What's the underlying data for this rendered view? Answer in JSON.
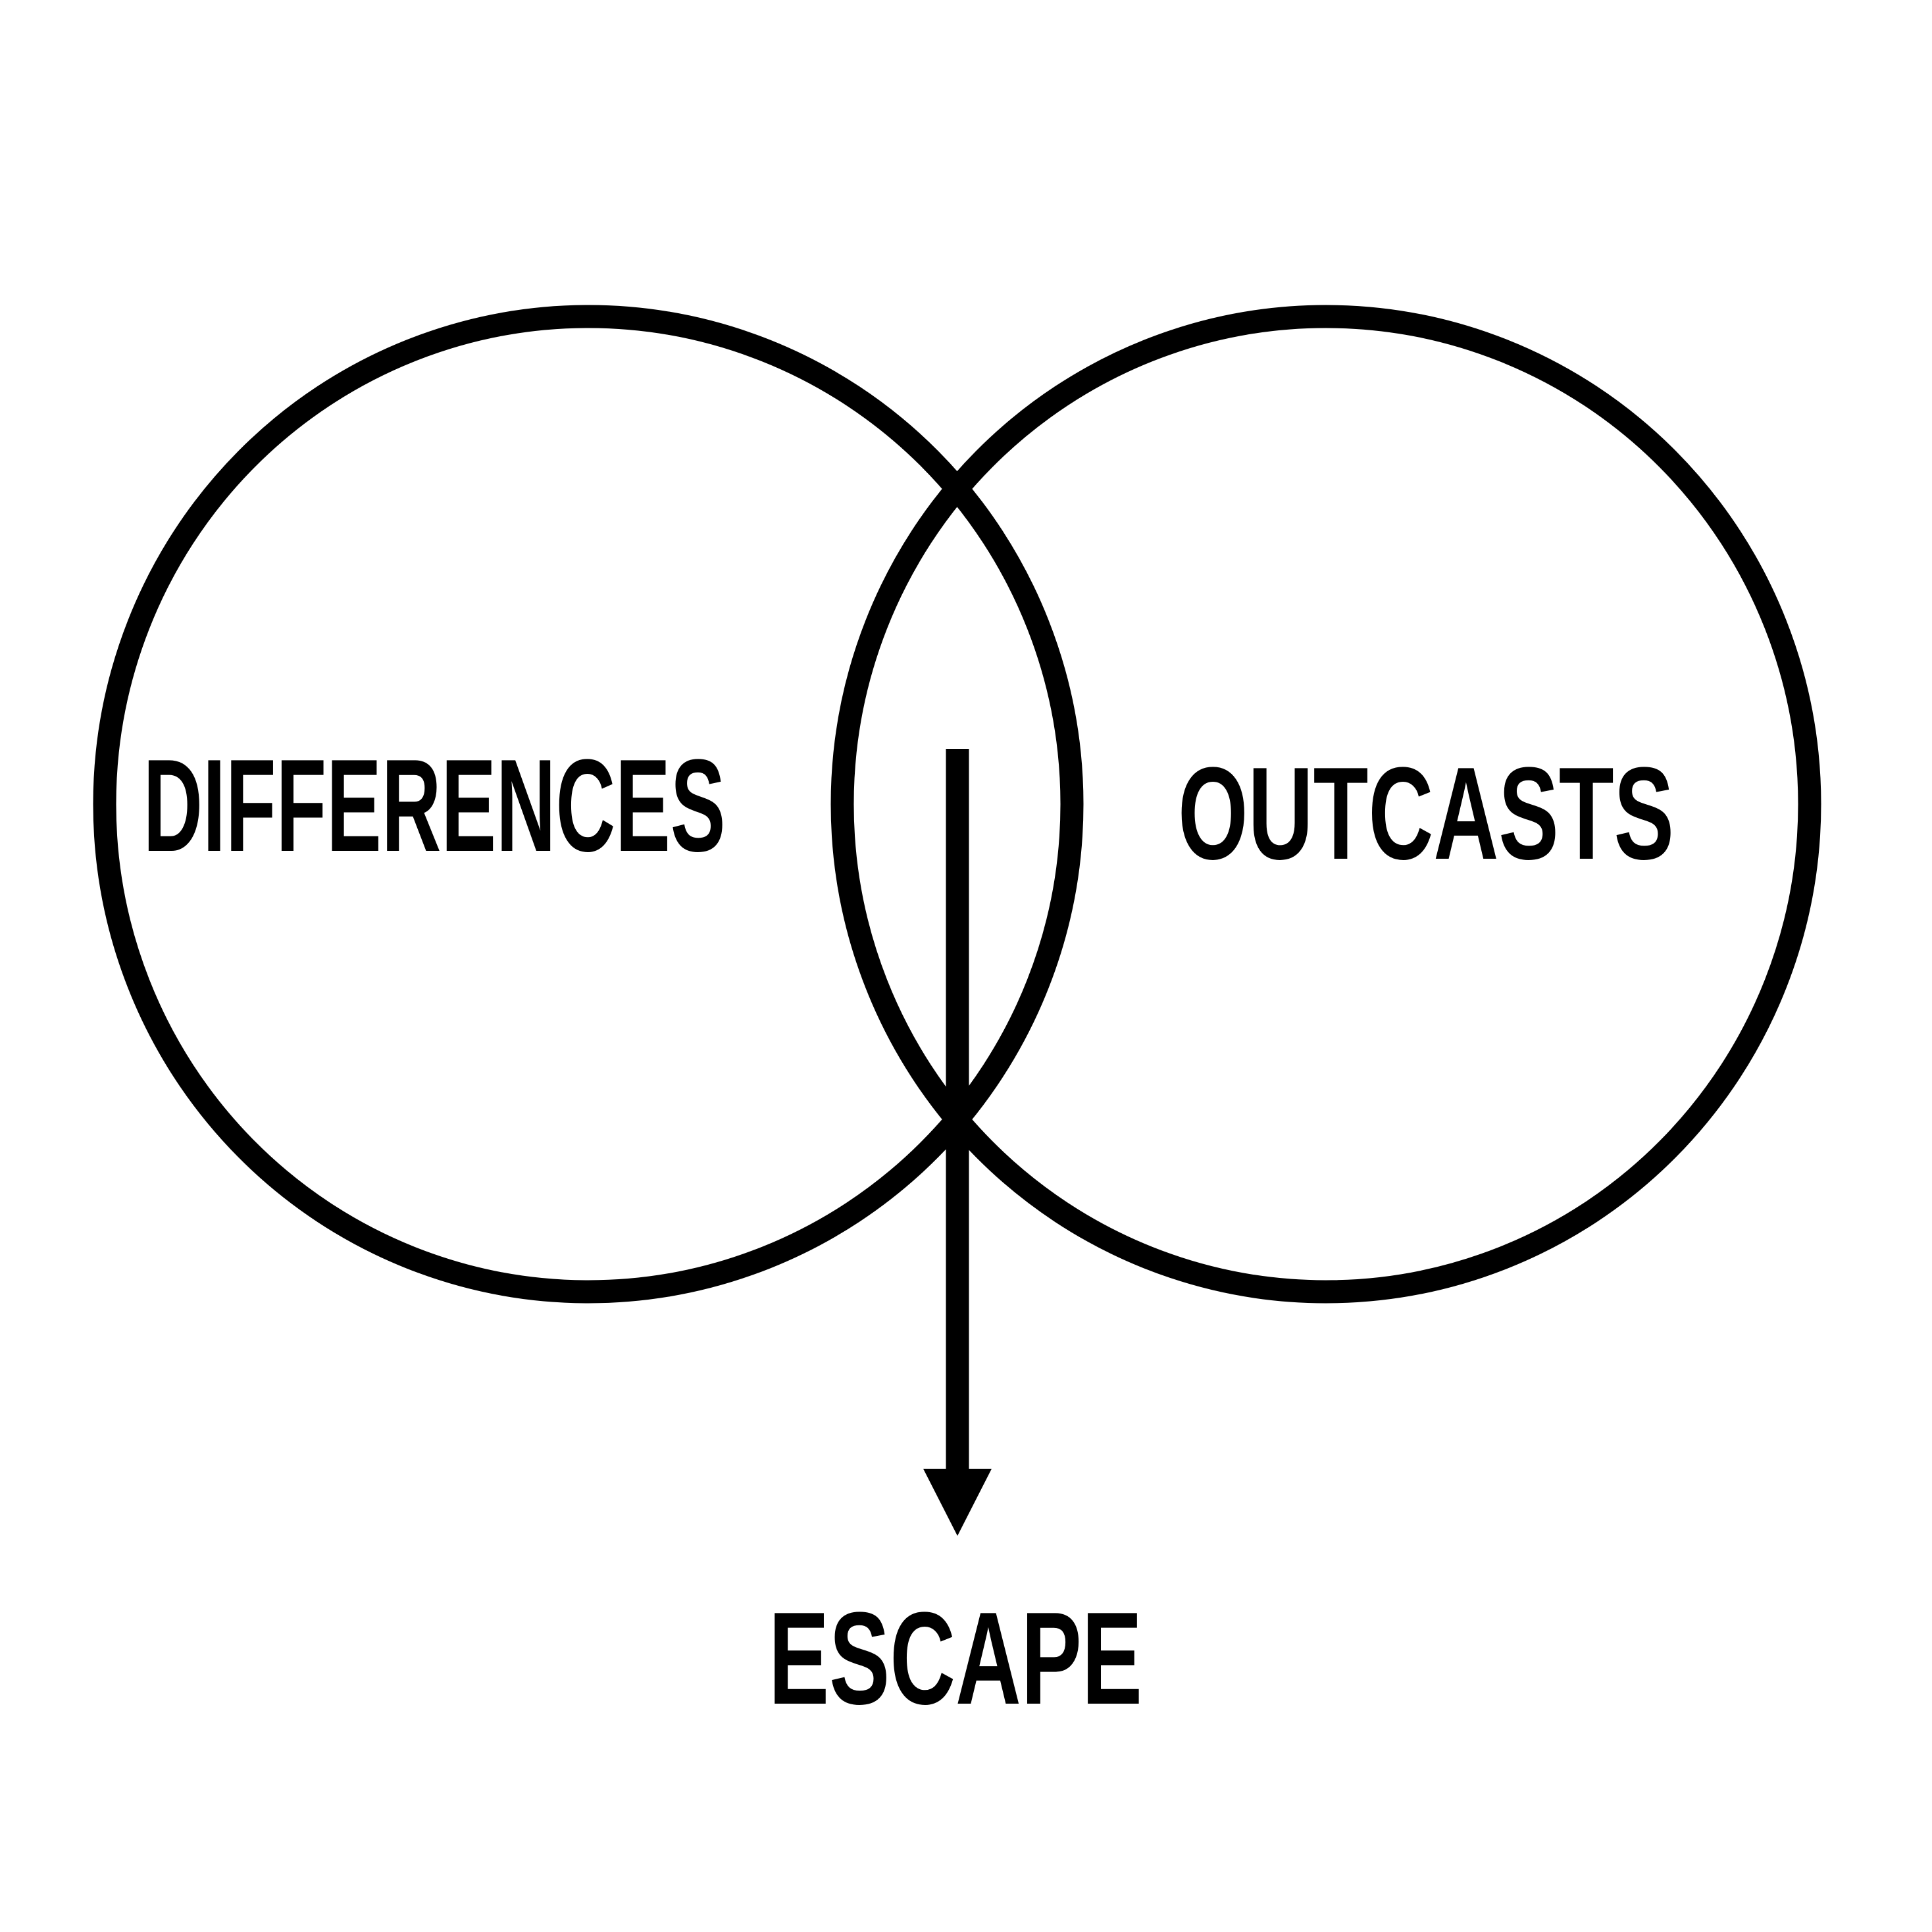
{
  "diagram": {
    "type": "venn",
    "left_circle_label": "DIFFERENCES",
    "right_circle_label": "OUTCASTS",
    "result_label": "ESCAPE",
    "colors": {
      "stroke": "#000000",
      "text": "#000000",
      "background": "#ffffff"
    }
  }
}
